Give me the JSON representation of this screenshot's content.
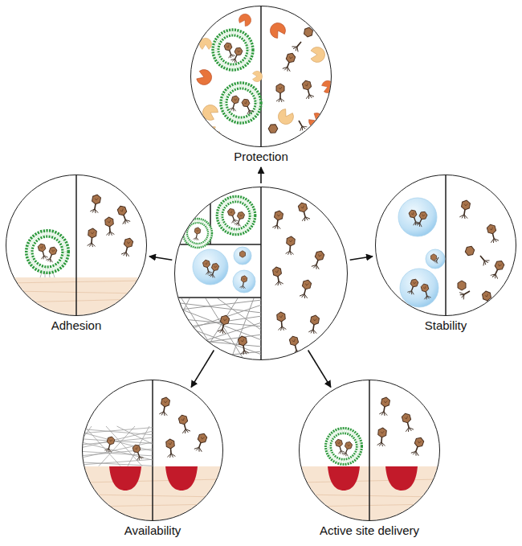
{
  "diagram": {
    "nodes": [
      {
        "text": [
          "Protection"
        ]
      },
      {
        "text": [
          "Adhesion"
        ]
      },
      {
        "text": [
          "Stability"
        ]
      },
      {
        "text": []
      },
      {
        "text": [
          "Availability"
        ]
      },
      {
        "text": [
          "Active site delivery"
        ]
      }
    ],
    "edges": [
      {
        "from": 3,
        "to": 0,
        "arrow": "to"
      },
      {
        "from": 3,
        "to": 1,
        "arrow": "to"
      },
      {
        "from": 3,
        "to": 2,
        "arrow": "to"
      },
      {
        "from": 3,
        "to": 4,
        "arrow": "to"
      },
      {
        "from": 3,
        "to": 5,
        "arrow": "to"
      }
    ]
  }
}
